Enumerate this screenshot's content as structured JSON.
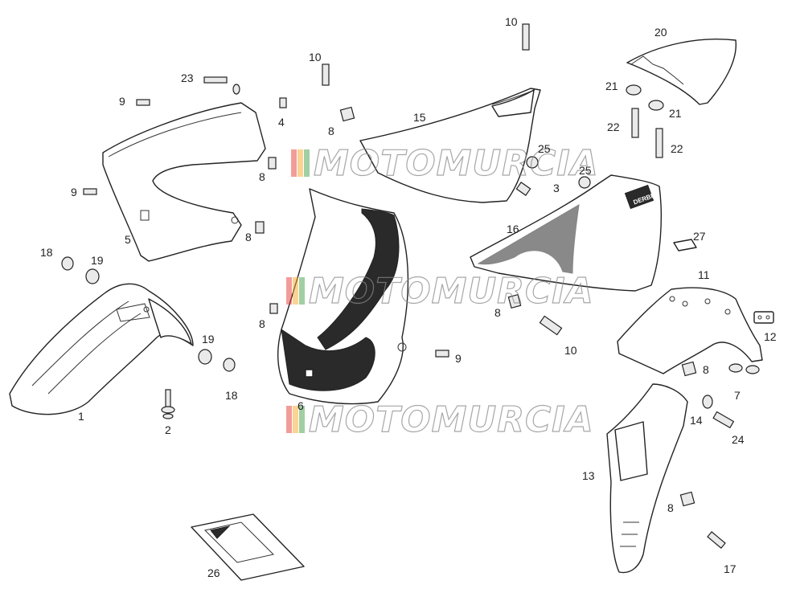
{
  "watermark": {
    "text": "MOTOMURCIA",
    "stripe_colors": [
      "#e53935",
      "#f9a825",
      "#43a047"
    ]
  },
  "decal_text": {
    "derbi_badge": "DERBI"
  },
  "labels": [
    {
      "id": "l1",
      "text": "1"
    },
    {
      "id": "l2",
      "text": "2"
    },
    {
      "id": "l3",
      "text": "3"
    },
    {
      "id": "l4",
      "text": "4"
    },
    {
      "id": "l5",
      "text": "5"
    },
    {
      "id": "l6",
      "text": "6"
    },
    {
      "id": "l7",
      "text": "7"
    },
    {
      "id": "l8a",
      "text": "8"
    },
    {
      "id": "l8b",
      "text": "8"
    },
    {
      "id": "l8c",
      "text": "8"
    },
    {
      "id": "l8d",
      "text": "8"
    },
    {
      "id": "l8e",
      "text": "8"
    },
    {
      "id": "l8f",
      "text": "8"
    },
    {
      "id": "l8g",
      "text": "8"
    },
    {
      "id": "l9a",
      "text": "9"
    },
    {
      "id": "l9b",
      "text": "9"
    },
    {
      "id": "l9c",
      "text": "9"
    },
    {
      "id": "l10a",
      "text": "10"
    },
    {
      "id": "l10b",
      "text": "10"
    },
    {
      "id": "l10c",
      "text": "10"
    },
    {
      "id": "l11",
      "text": "11"
    },
    {
      "id": "l12",
      "text": "12"
    },
    {
      "id": "l13",
      "text": "13"
    },
    {
      "id": "l14",
      "text": "14"
    },
    {
      "id": "l15",
      "text": "15"
    },
    {
      "id": "l16",
      "text": "16"
    },
    {
      "id": "l17",
      "text": "17"
    },
    {
      "id": "l18a",
      "text": "18"
    },
    {
      "id": "l18b",
      "text": "18"
    },
    {
      "id": "l19a",
      "text": "19"
    },
    {
      "id": "l19b",
      "text": "19"
    },
    {
      "id": "l20",
      "text": "20"
    },
    {
      "id": "l21a",
      "text": "21"
    },
    {
      "id": "l21b",
      "text": "21"
    },
    {
      "id": "l22a",
      "text": "22"
    },
    {
      "id": "l22b",
      "text": "22"
    },
    {
      "id": "l23",
      "text": "23"
    },
    {
      "id": "l24",
      "text": "24"
    },
    {
      "id": "l25a",
      "text": "25"
    },
    {
      "id": "l25b",
      "text": "25"
    },
    {
      "id": "l26",
      "text": "26"
    },
    {
      "id": "l27",
      "text": "27"
    }
  ]
}
